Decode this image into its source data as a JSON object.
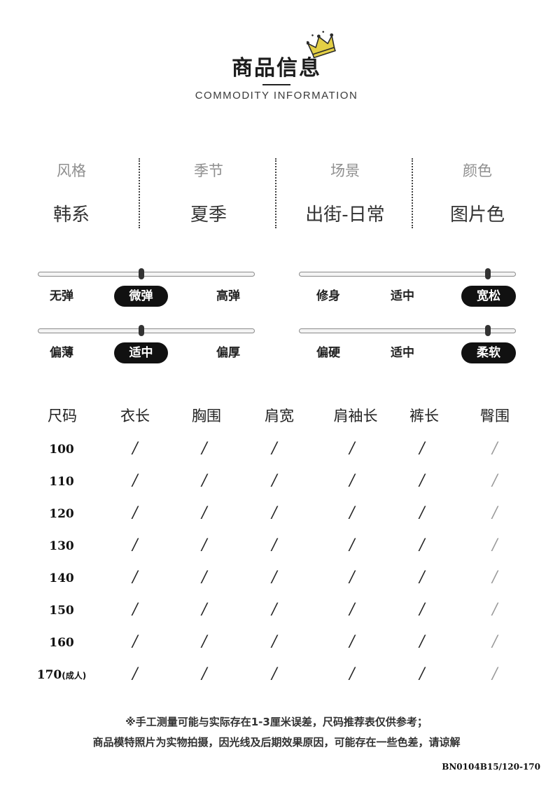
{
  "header": {
    "title": "商品信息",
    "subtitle": "COMMODITY INFORMATION",
    "crown_icon": "crown-icon"
  },
  "attributes": [
    {
      "label": "风格",
      "value": "韩系"
    },
    {
      "label": "季节",
      "value": "夏季"
    },
    {
      "label": "场景",
      "value": "出街-日常"
    },
    {
      "label": "颜色",
      "value": "图片色"
    }
  ],
  "sliders": [
    {
      "options": [
        "无弹",
        "微弹",
        "高弹"
      ],
      "selected": 1
    },
    {
      "options": [
        "修身",
        "适中",
        "宽松"
      ],
      "selected": 2
    },
    {
      "options": [
        "偏薄",
        "适中",
        "偏厚"
      ],
      "selected": 1
    },
    {
      "options": [
        "偏硬",
        "适中",
        "柔软"
      ],
      "selected": 2
    }
  ],
  "size_table": {
    "headers": [
      "尺码",
      "衣长",
      "胸围",
      "肩宽",
      "肩袖长",
      "裤长",
      "臀围"
    ],
    "rows": [
      {
        "size": "100",
        "suffix": "",
        "values": [
          "/",
          "/",
          "/",
          "/",
          "/",
          "/"
        ]
      },
      {
        "size": "110",
        "suffix": "",
        "values": [
          "/",
          "/",
          "/",
          "/",
          "/",
          "/"
        ]
      },
      {
        "size": "120",
        "suffix": "",
        "values": [
          "/",
          "/",
          "/",
          "/",
          "/",
          "/"
        ]
      },
      {
        "size": "130",
        "suffix": "",
        "values": [
          "/",
          "/",
          "/",
          "/",
          "/",
          "/"
        ]
      },
      {
        "size": "140",
        "suffix": "",
        "values": [
          "/",
          "/",
          "/",
          "/",
          "/",
          "/"
        ]
      },
      {
        "size": "150",
        "suffix": "",
        "values": [
          "/",
          "/",
          "/",
          "/",
          "/",
          "/"
        ]
      },
      {
        "size": "160",
        "suffix": "",
        "values": [
          "/",
          "/",
          "/",
          "/",
          "/",
          "/"
        ]
      },
      {
        "size": "170",
        "suffix": "(成人)",
        "values": [
          "/",
          "/",
          "/",
          "/",
          "/",
          "/"
        ]
      }
    ]
  },
  "notes": [
    "※手工测量可能与实际存在1-3厘米误差，尺码推荐表仅供参考；",
    "商品模特照片为实物拍摄，因光线及后期效果原因，可能存在一些色差，请谅解"
  ],
  "product_code": "BN0104B15/120-170",
  "colors": {
    "accent": "#111111",
    "label_gray": "#8f8f8f",
    "crown": "#d8c23a"
  }
}
